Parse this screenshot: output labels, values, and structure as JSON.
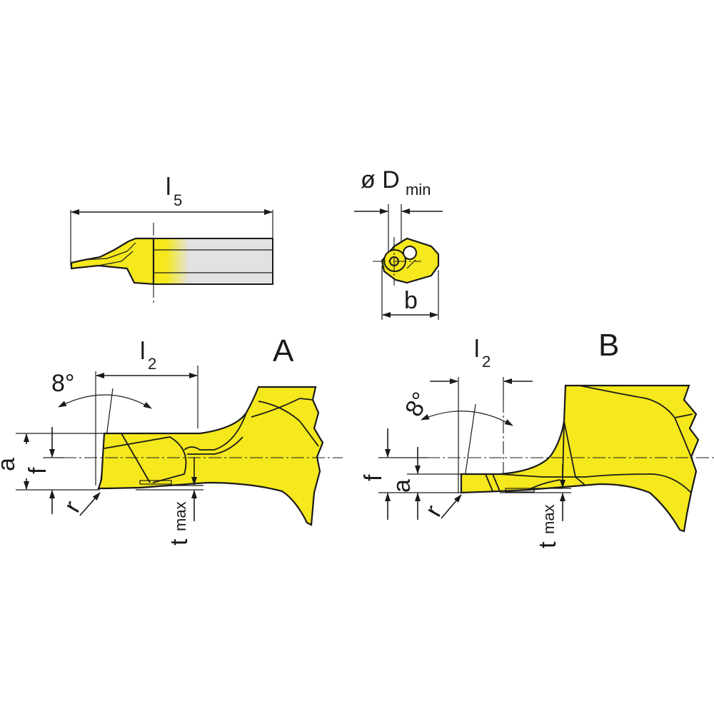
{
  "colors": {
    "carbide": "#f5e81c",
    "shank": "#e2e2e2",
    "ink": "#1a1a1a"
  },
  "overview": {
    "length_label": "l",
    "length_sub": "5",
    "dmin_label": "ø D",
    "dmin_sub": "min",
    "b_label": "b"
  },
  "view_a": {
    "title": "A",
    "l2_label": "l",
    "l2_sub": "2",
    "angle_label": "8°",
    "a_label": "a",
    "f_label": "f",
    "r_label": "r",
    "tmax_label": "t",
    "tmax_sub": "max"
  },
  "view_b": {
    "title": "B",
    "l2_label": "l",
    "l2_sub": "2",
    "angle_label": "8°",
    "a_label": "a",
    "f_label": "f",
    "r_label": "r",
    "tmax_label": "t",
    "tmax_sub": "max"
  }
}
